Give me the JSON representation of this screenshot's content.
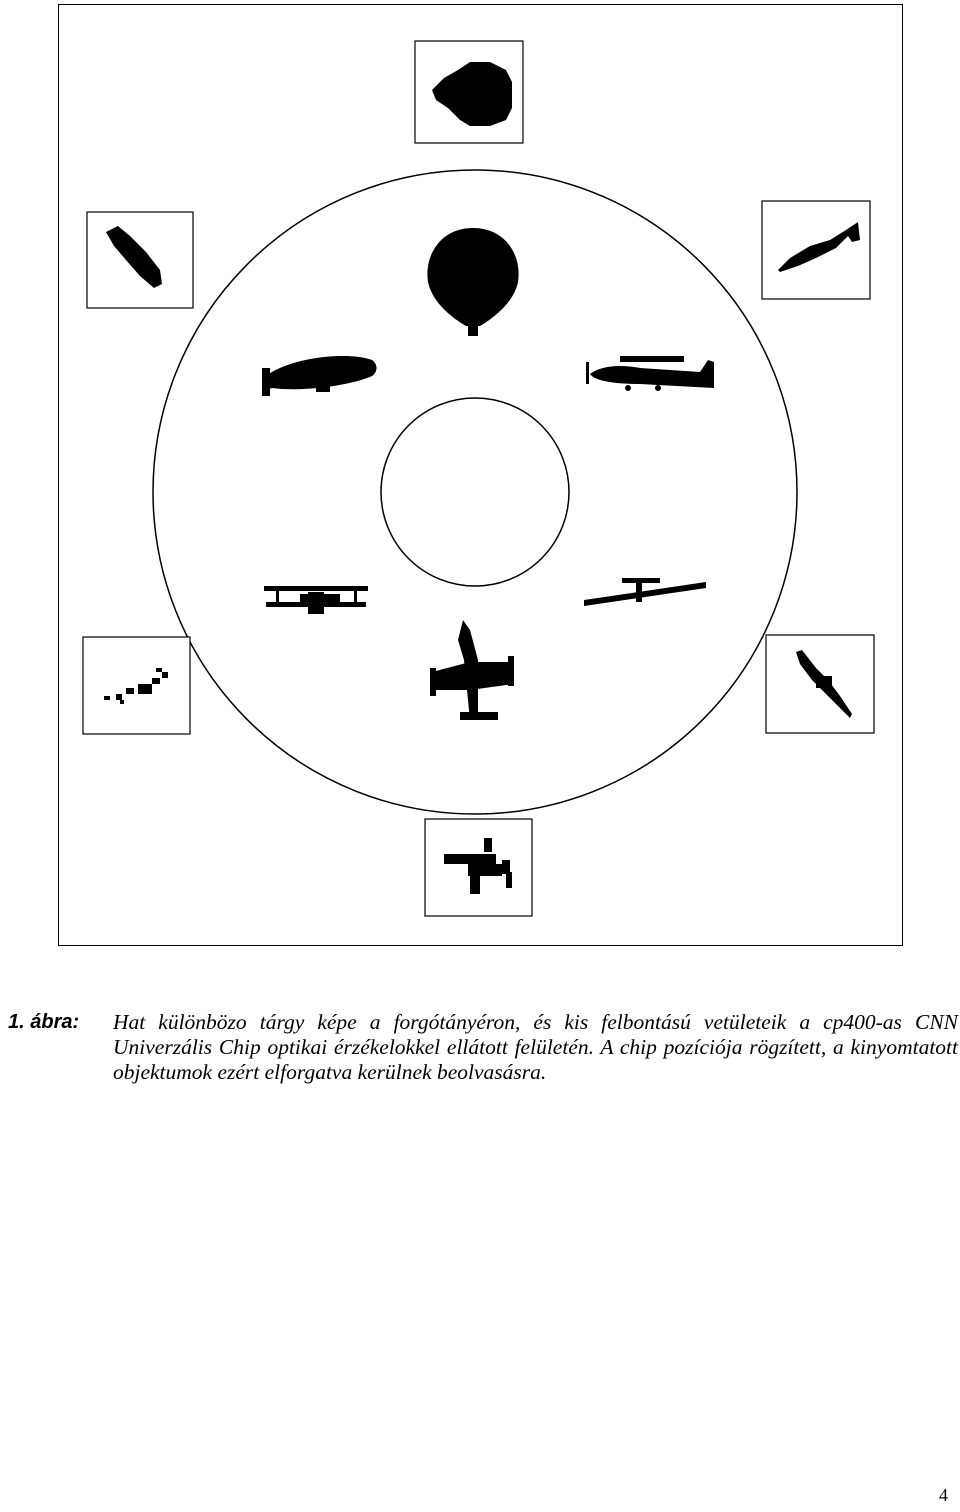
{
  "figure": {
    "caption_label": "1. ábra:",
    "caption_text": "Hat különbözo tárgy képe a forgótányéron, és kis felbontású vetületeik a cp400-as CNN Univerzális Chip optikai érzékelokkel ellátott felületén. A chip pozíciója rögzített, a kinyomtatott objektumok ezért elforgatva kerülnek beolvasásra.",
    "objects": [
      "hot-air-balloon",
      "small-plane",
      "glider",
      "jet-fighter",
      "biplane",
      "airship"
    ],
    "projections": [
      "projection-top",
      "projection-top-right",
      "projection-bottom-right",
      "projection-bottom",
      "projection-bottom-left",
      "projection-top-left"
    ],
    "colors": {
      "ink": "#000000",
      "paper": "#ffffff"
    }
  },
  "page": {
    "number": "4"
  }
}
